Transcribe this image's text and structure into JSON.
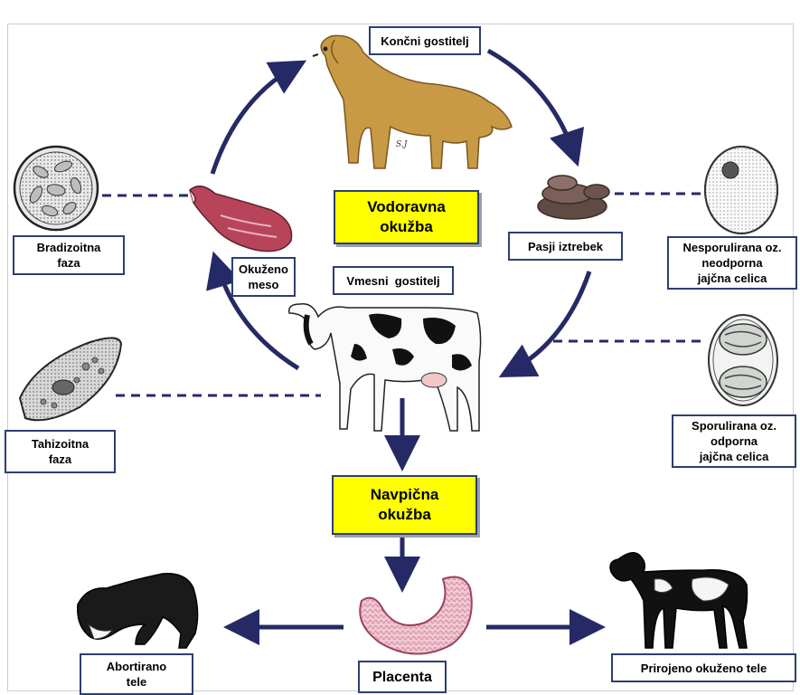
{
  "labels": {
    "koncni": "Končni gostitelj",
    "pasji": "Pasji iztrebek",
    "nespor_1": "Nesporulirana oz.",
    "nespor_2": "neodporna",
    "nespor_3": "jajčna celica",
    "spor_1": "Sporulirana oz.",
    "spor_2": "odporna",
    "spor_3": "jajčna celica",
    "bradi_1": "Bradizoitna",
    "bradi_2": "faza",
    "okuzeno_1": "Okuženo",
    "okuzeno_2": "meso",
    "vmesni": "Vmesni  gostitelj",
    "tahi_1": "Tahizoitna",
    "tahi_2": "faza",
    "abort_1": "Abortirano",
    "abort_2": "tele",
    "placenta": "Placenta",
    "prirojeno": "Prirojeno okuženo tele"
  },
  "highlights": {
    "vodoravna_1": "Vodoravna",
    "vodoravna_2": "okužba",
    "navpicna_1": "Navpična",
    "navpicna_2": "okužba"
  },
  "colors": {
    "arrow": "#252a66",
    "box_border": "#2c3f6e",
    "highlight": "#ffff00"
  },
  "icons": [
    "dog-illustration",
    "feces-illustration",
    "oocyst-unsporulated",
    "oocyst-sporulated",
    "bradyzoite-cyst",
    "meat-illustration",
    "cow-illustration",
    "tachyzoite",
    "aborted-calf",
    "placenta-illustration",
    "infected-calf"
  ]
}
